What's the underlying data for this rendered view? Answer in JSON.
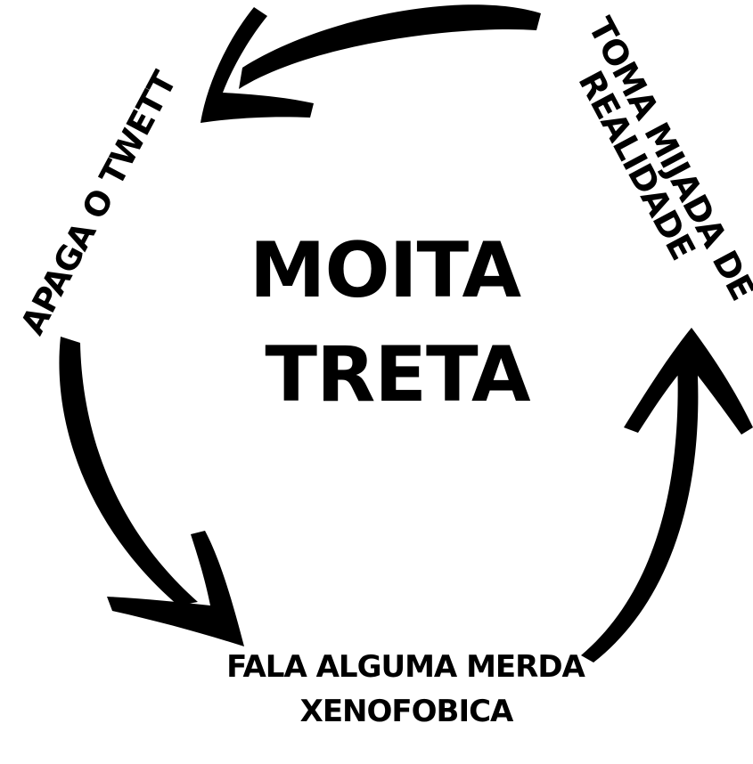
{
  "diagram": {
    "title_lines": [
      "MOITA",
      "TRETA"
    ],
    "steps": [
      {
        "lines": [
          "TOMA MIJADA DE",
          "REALIDADE"
        ]
      },
      {
        "lines": [
          "APAGA O TWETT"
        ]
      },
      {
        "lines": [
          "FALA ALGUMA MERDA",
          "XENOFOBICA"
        ]
      }
    ],
    "colors": {
      "background": "#ffffff",
      "ink": "#000000"
    }
  }
}
